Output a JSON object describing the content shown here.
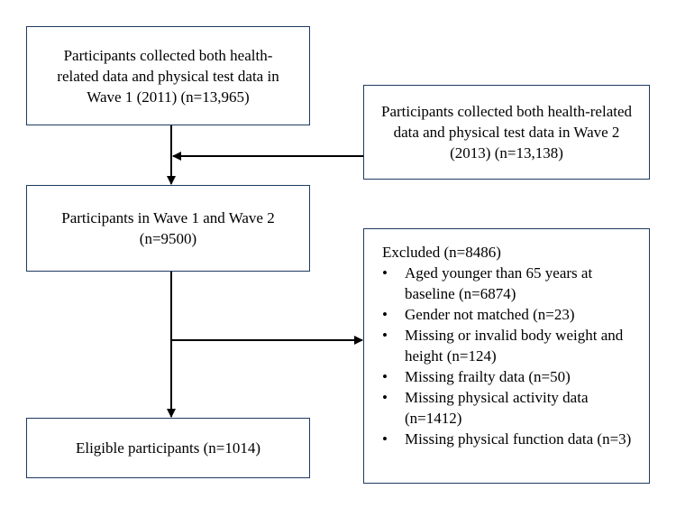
{
  "boxes": {
    "wave1": "Participants collected both health-related data and physical test data in Wave 1 (2011) (n=13,965)",
    "wave2": "Participants collected both health-related data and physical test data in Wave 2 (2013) (n=13,138)",
    "both_waves": "Participants in Wave 1 and Wave 2 (n=9500)",
    "eligible": "Eligible participants (n=1014)"
  },
  "excluded": {
    "title": "Excluded (n=8486)",
    "items": [
      "Aged younger than 65 years at baseline (n=6874)",
      "Gender not matched (n=23)",
      "Missing or invalid body weight and height (n=124)",
      "Missing frailty data (n=50)",
      "Missing physical activity data (n=1412)",
      "Missing physical function data (n=3)"
    ],
    "bullet": "•"
  },
  "colors": {
    "box_border": "#1f3a5f",
    "arrow": "#000000"
  }
}
